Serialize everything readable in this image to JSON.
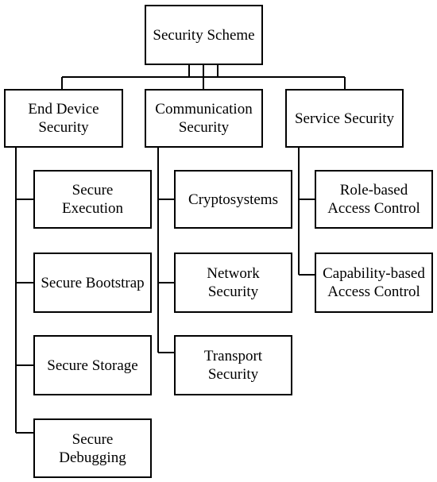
{
  "diagram": {
    "root": {
      "label": "Security Scheme"
    },
    "categories": [
      {
        "label": "End Device\nSecurity",
        "children": [
          "Secure\nExecution",
          "Secure Bootstrap",
          "Secure Storage",
          "Secure\nDebugging"
        ]
      },
      {
        "label": "Communication\nSecurity",
        "children": [
          "Cryptosystems",
          "Network\nSecurity",
          "Transport\nSecurity"
        ]
      },
      {
        "label": "Service Security",
        "children": [
          "Role-based\nAccess Control",
          "Capability-based\nAccess Control"
        ]
      }
    ],
    "colors": {
      "stroke": "#000000",
      "background": "#ffffff"
    }
  }
}
